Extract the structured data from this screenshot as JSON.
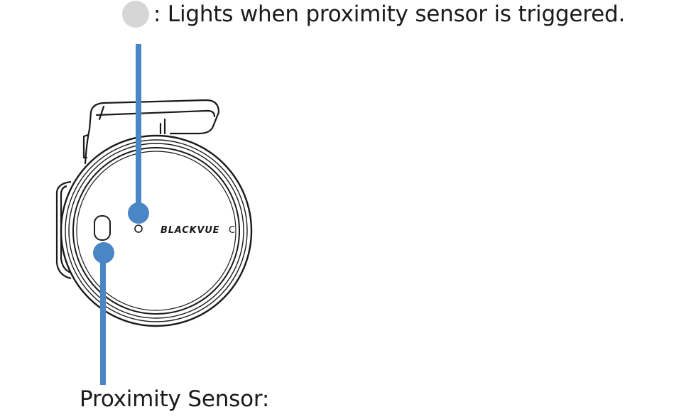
{
  "legend": {
    "text": ": Lights when proximity sensor is triggered.",
    "dot_color": "#d6d6d6",
    "icon": "led-indicator-dot"
  },
  "device": {
    "brand_label": "BLACKVUE",
    "brand_suffix": "C",
    "line_color": "#1a1a1a"
  },
  "callouts": {
    "led_pointer_color": "#4a86c5",
    "sensor_pointer_color": "#4a86c5",
    "sensor_label": "Proximity Sensor:"
  }
}
